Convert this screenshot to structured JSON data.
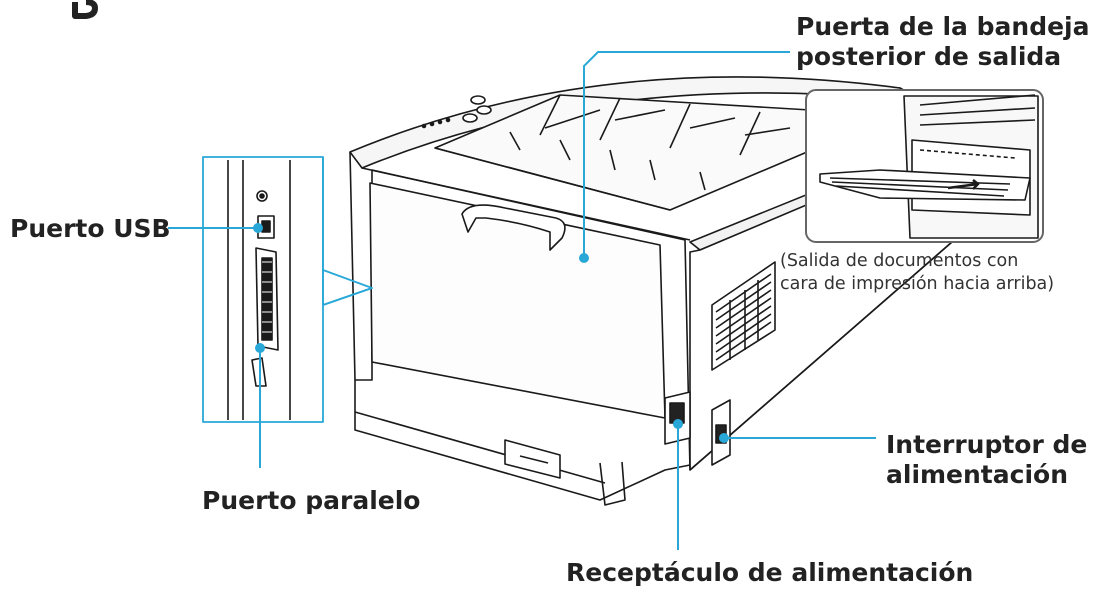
{
  "labels": {
    "rear_door_line1": "Puerta de la bandeja",
    "rear_door_line2": "posterior de salida",
    "usb_port": "Puerto USB",
    "parallel_port": "Puerto paralelo",
    "power_switch_line1": "Interruptor de",
    "power_switch_line2": "alimentación",
    "power_receptacle": "Receptáculo de alimentación"
  },
  "inset_caption": {
    "line1": "(Salida de documentos con",
    "line2": "cara de impresión hacia arriba)"
  },
  "colors": {
    "callout_line": "#29a8d8",
    "outline": "#1a1a1a",
    "label_text": "#222222"
  }
}
